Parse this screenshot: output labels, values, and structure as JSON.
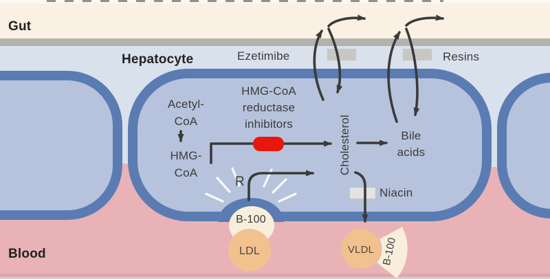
{
  "title": "Lipid-lowering drugs acting on a hepatocyte (gut, hepatocyte, blood)",
  "regions": {
    "gut": "Gut",
    "hepatocyte": "Hepatocyte",
    "blood": "Blood"
  },
  "drugs": {
    "ezetimibe": "Ezetimibe",
    "resins": "Resins",
    "statins": "HMG-CoA\nreductase\ninhibitors",
    "niacin": "Niacin"
  },
  "metabolites": {
    "acetyl_coa": "Acetyl-\nCoA",
    "hmg_coa": "HMG-\nCoA",
    "cholesterol": "Cholesterol",
    "bile_acids": "Bile\nacids"
  },
  "particles": {
    "ldl": "LDL",
    "vldl": "VLDL",
    "ldl_apoprotein": "B-100",
    "vldl_apoprotein": "B-100",
    "receptor": "R"
  },
  "pathway_notes": {
    "synthesis": "Acetyl-CoA -> HMG-CoA -> Cholesterol (blocked by red statin block)",
    "cholesterol_fates": "Cholesterol -> Bile acids; Cholesterol -> VLDL (via Niacin block); recycling arrows across gut wall near Ezetimibe and Resins; LDL uptake via receptor R"
  },
  "colors": {
    "gut_bg": "#faf0e3",
    "gut_wall": "#b4b2ad",
    "interstitial": "#d9e1ed",
    "membrane": "#5a7cb2",
    "cytoplasm": "#b7c3dc",
    "blood": "#e8b2b7",
    "blood_edge": "#dba9ae",
    "blood_edge2": "#e3c6c6",
    "inhibitor_block": "#e8170b",
    "transporter": "#c7c7c3",
    "niacin_block": "#e3e3df",
    "lipoprotein": "#f2c28e",
    "apoprotein": "#f8eedb",
    "arrow": "#3a3a3a",
    "label": "#3b3b3b",
    "label_bold": "#222222",
    "circle_label": "#4a4a44"
  }
}
